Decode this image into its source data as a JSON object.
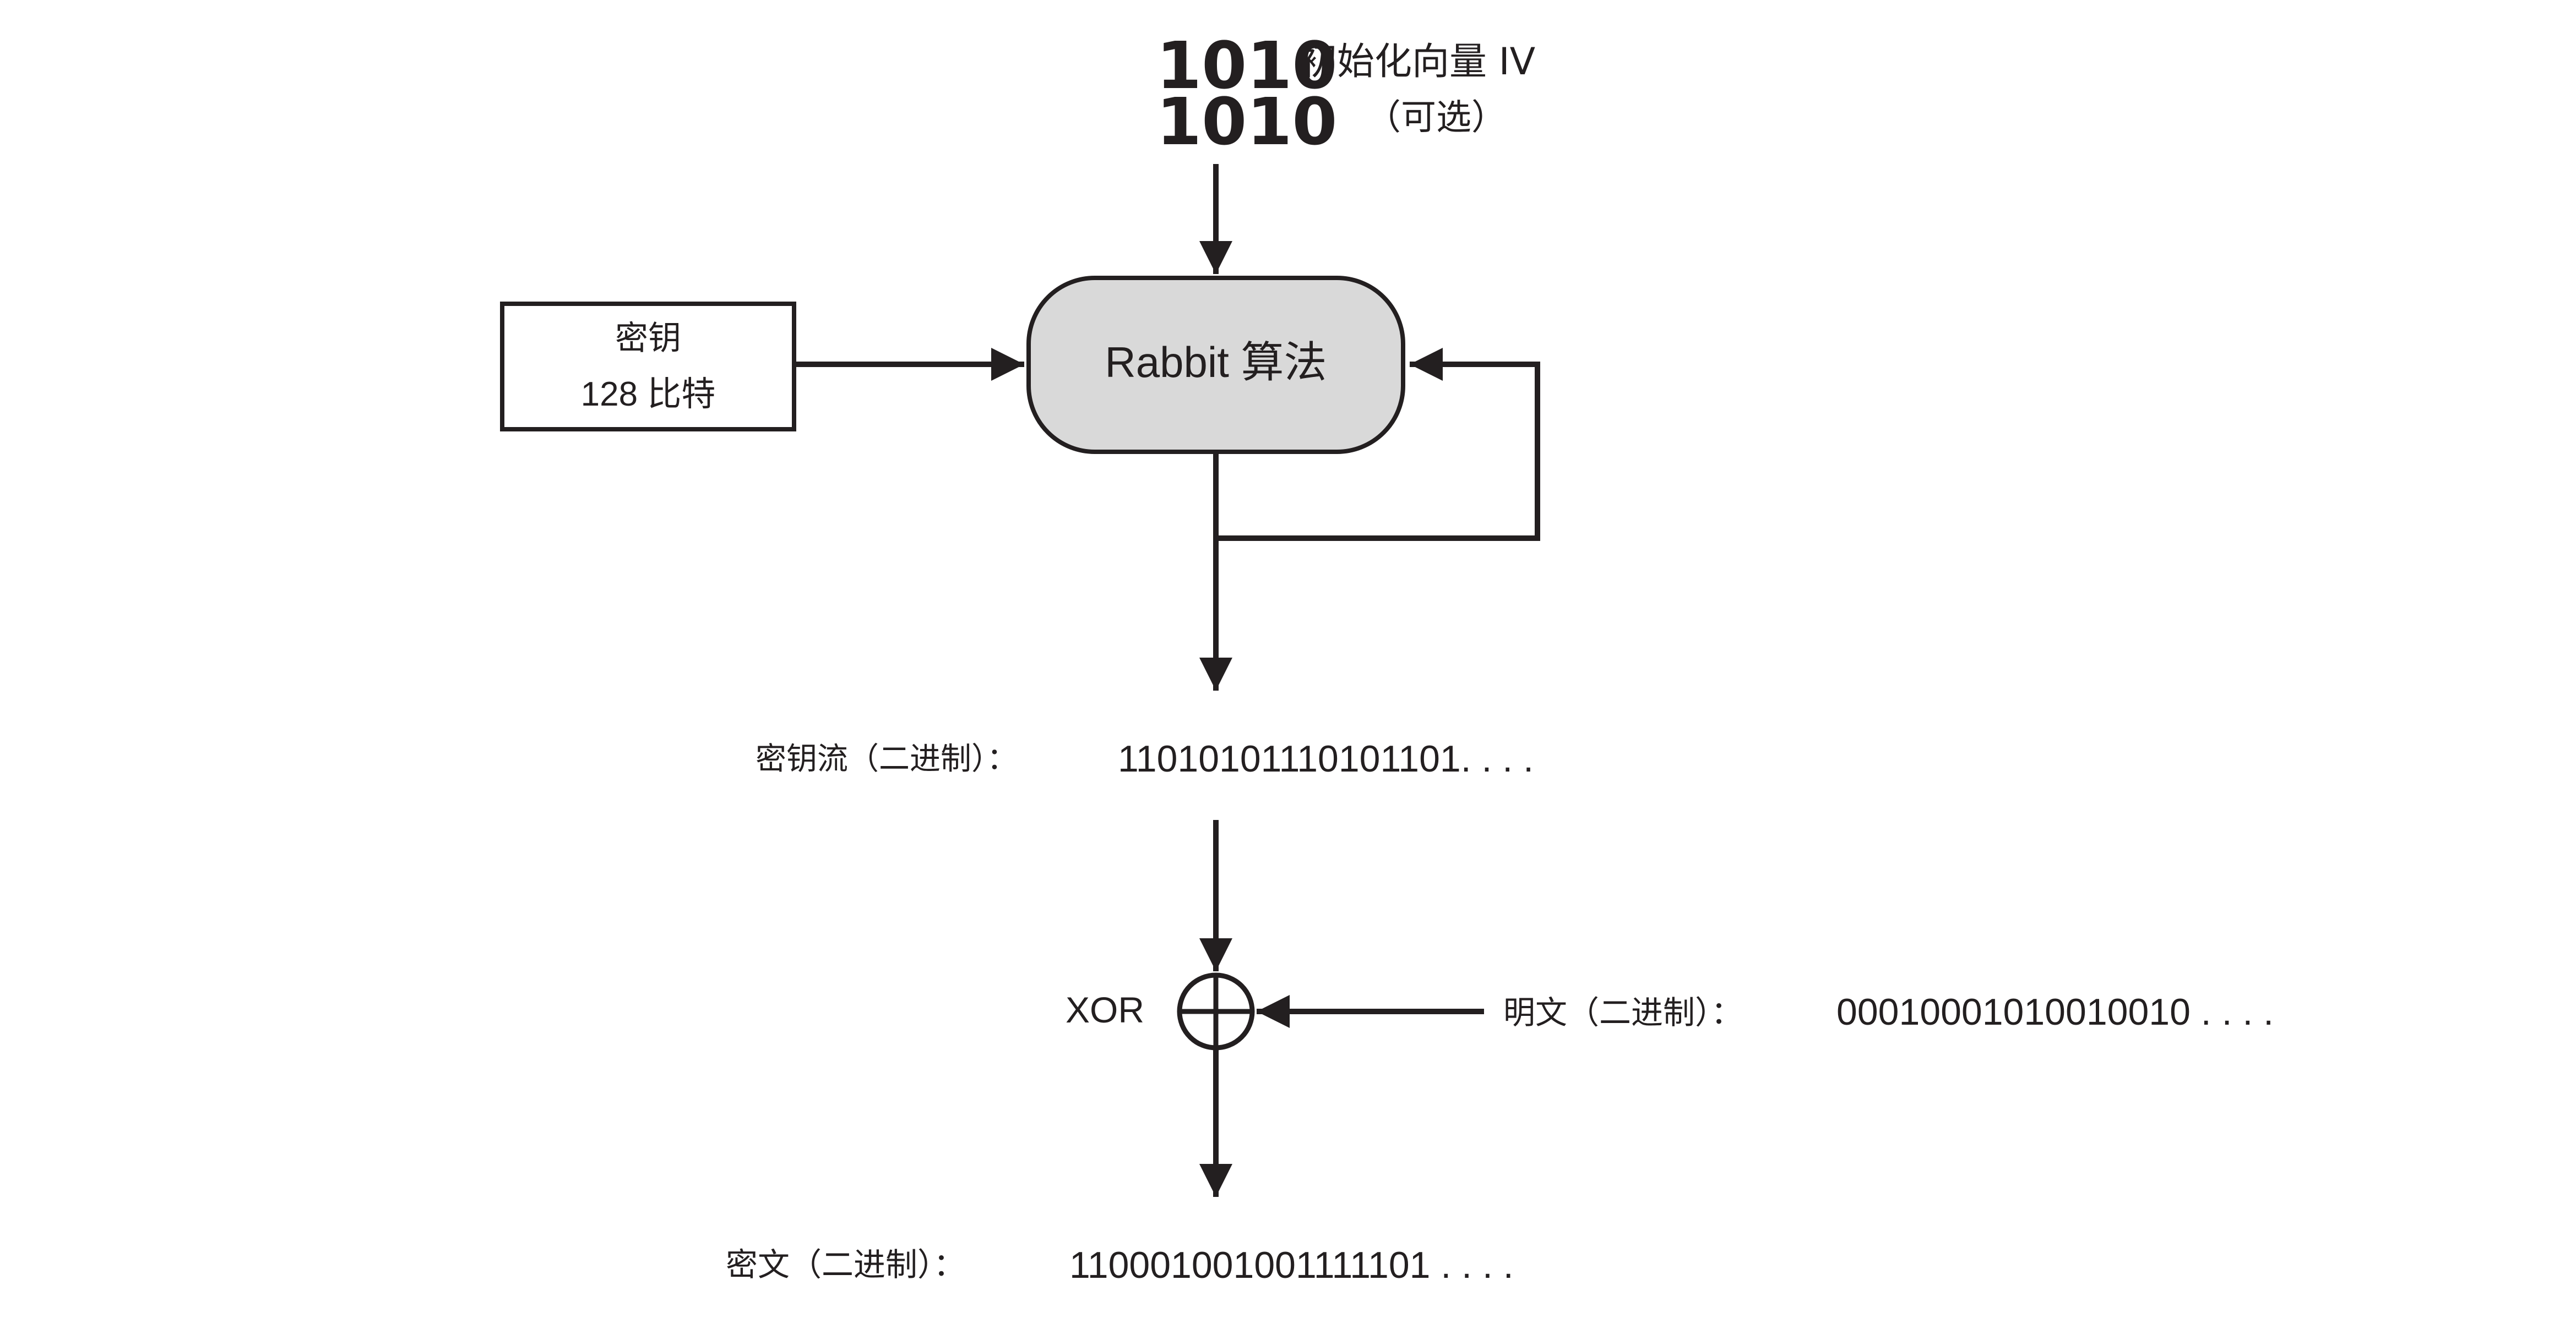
{
  "iv": {
    "icon": "binary-icon",
    "bits_line1": "1010",
    "bits_line2": "1010",
    "label_line1": "初始化向量 IV",
    "label_line2": "（可选）"
  },
  "key_box": {
    "line1": "密钥",
    "line2": "128 比特"
  },
  "algorithm": {
    "label": "Rabbit 算法",
    "fill_color": "#d9d9d9"
  },
  "keystream": {
    "label": "密钥流（二进制）：",
    "value": "11010101110101101. . . ."
  },
  "xor": {
    "label": "XOR",
    "icon": "xor-circle-plus-icon"
  },
  "plaintext": {
    "label": "明文（二进制）：",
    "value": "00010001010010010 . . . ."
  },
  "ciphertext": {
    "label": "密文（二进制）：",
    "value": "110001001001111101 . . . ."
  },
  "colors": {
    "stroke": "#231f20",
    "background": "#ffffff"
  }
}
